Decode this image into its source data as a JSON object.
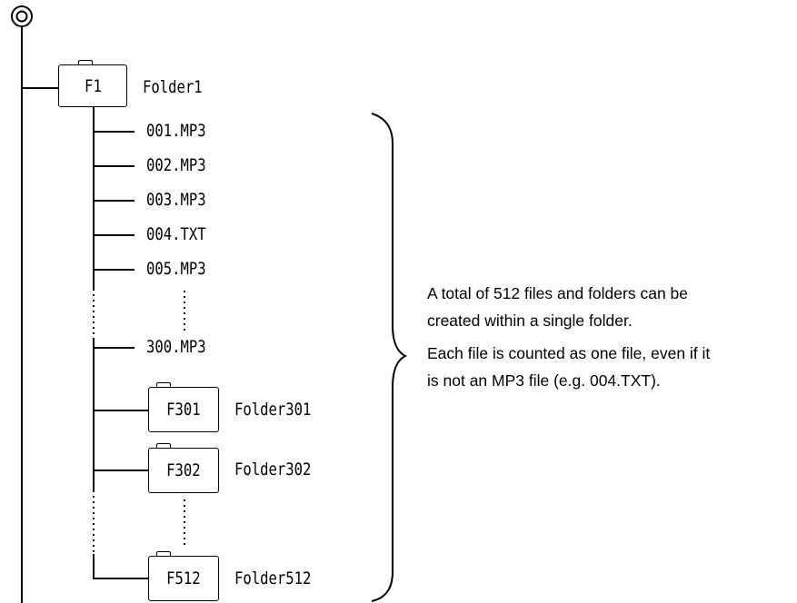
{
  "root": {
    "icon": "root-target-icon"
  },
  "folders": [
    {
      "code": "F1",
      "name": "Folder1"
    },
    {
      "code": "F301",
      "name": "Folder301"
    },
    {
      "code": "F302",
      "name": "Folder302"
    },
    {
      "code": "F512",
      "name": "Folder512"
    }
  ],
  "files": [
    "001.MP3",
    "002.MP3",
    "003.MP3",
    "004.TXT",
    "005.MP3",
    "300.MP3"
  ],
  "note": {
    "line1": "A total of 512 files and folders can be",
    "line2": "created within a single folder.",
    "line3": "Each file is counted as one file, even if it",
    "line4": "is not an MP3 file (e.g. 004.TXT)."
  },
  "colors": {
    "line": "#000000",
    "background": "#ffffff"
  }
}
